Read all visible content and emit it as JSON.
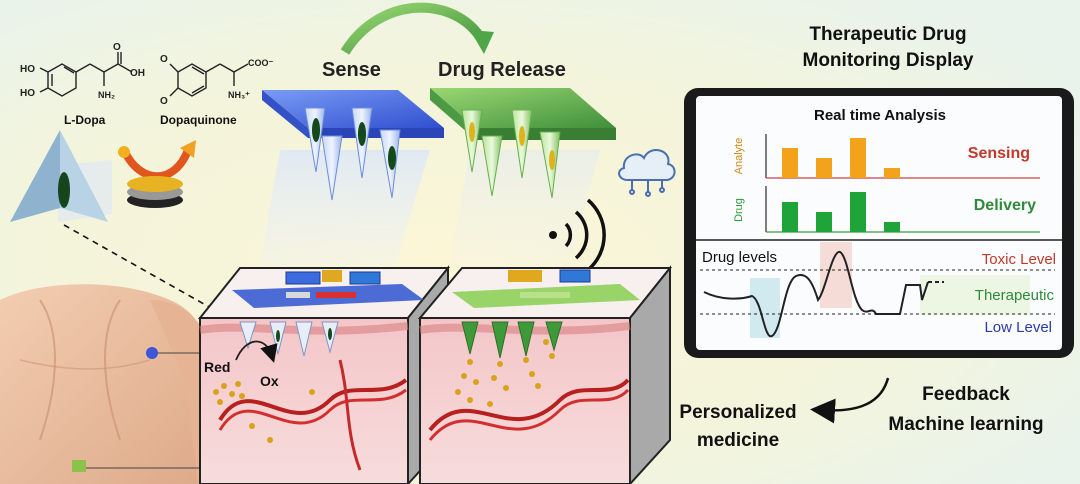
{
  "diagram": {
    "title_display": [
      "Therapeutic Drug",
      "Monitoring Display"
    ],
    "label_sense": "Sense",
    "label_release": "Drug Release",
    "molecule_left": "L-Dopa",
    "molecule_right": "Dopaquinone",
    "chem": {
      "ho1": "HO",
      "ho2": "HO",
      "o1": "O",
      "o2": "O",
      "nh2_a": "NH₂",
      "nh2_b": "NH₃⁺",
      "oh": "OH",
      "o_carbonyl": "O",
      "coo": "COO⁻"
    },
    "tablet": {
      "header": "Real time Analysis",
      "axis_analyte": "Analyte",
      "axis_drug": "Drug",
      "sensing": "Sensing",
      "delivery": "Delivery",
      "drug_levels": "Drug levels",
      "toxic": "Toxic Level",
      "therapeutic": "Therapeutic",
      "low": "Low Level"
    },
    "red": "Red",
    "ox": "Ox",
    "feedback": [
      "Feedback",
      "Machine  learning"
    ],
    "personalized": [
      "Personalized",
      "medicine"
    ]
  },
  "chart_data": {
    "type": "bar",
    "series": [
      {
        "name": "Sensing",
        "values": [
          3,
          2,
          4,
          1
        ]
      },
      {
        "name": "Delivery",
        "values": [
          3,
          2,
          4,
          1
        ]
      }
    ]
  },
  "colors": {
    "sense_patch": "#3d5fd6",
    "release_patch": "#4ea646",
    "sensing_bar": "#f2a31b",
    "delivery_bar": "#1fa43a",
    "toxic_text": "#c0392b",
    "therapeutic_text": "#2e8b3a",
    "low_text": "#2a3aa8",
    "arrow_green": "#5ab54b"
  }
}
